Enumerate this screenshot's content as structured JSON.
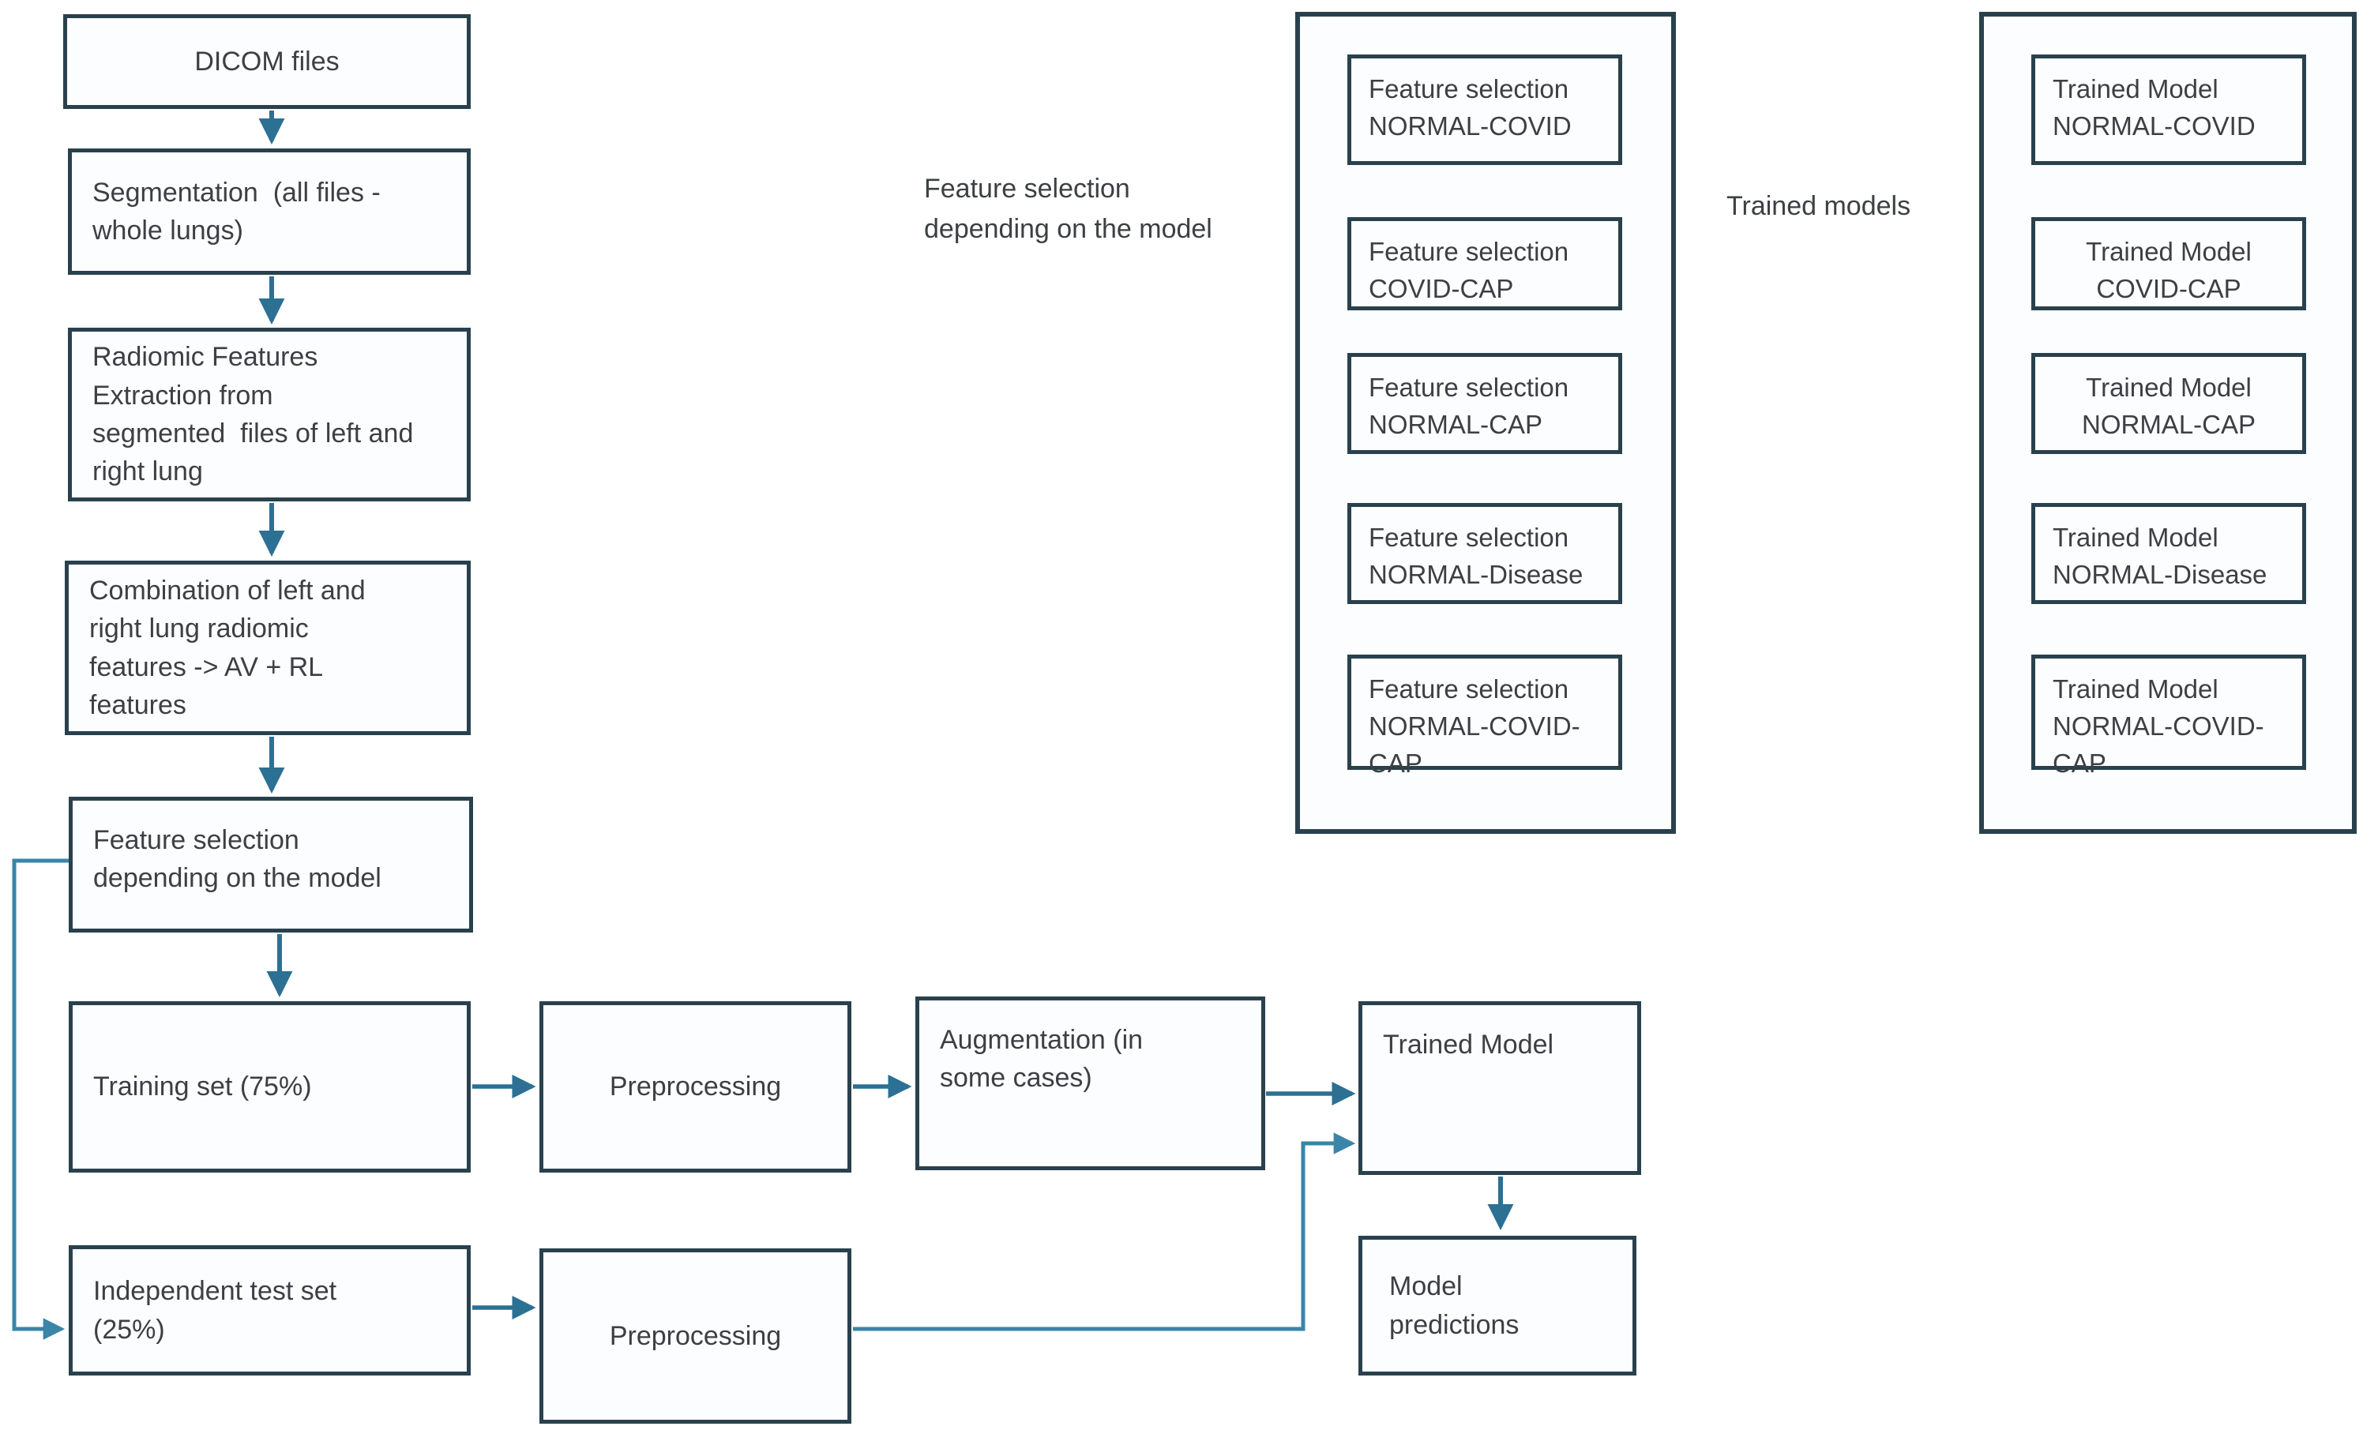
{
  "colors": {
    "box_border": "#29414d",
    "arrow": "#2c7093",
    "arrow_light": "#3a85a8",
    "text": "#3c4043",
    "box_fill": "#fcfdff",
    "background": "#ffffff"
  },
  "flow": {
    "dicom": "DICOM files",
    "segmentation": "Segmentation  (all files -\nwhole lungs)",
    "radiomic_extraction": "Radiomic Features\nExtraction from\nsegmented  files of left and\nright lung",
    "combination": "Combination of left and\nright lung radiomic\nfeatures -> AV + RL\nfeatures",
    "feature_selection": "Feature selection\ndepending on the model",
    "training_set": "Training set (75%)",
    "preprocessing_train": "Preprocessing",
    "augmentation": "Augmentation (in\nsome cases)",
    "trained_model": "Trained Model",
    "independent_test_set": "Independent test set\n(25%)",
    "preprocessing_test": "Preprocessing",
    "model_predictions": "Model\npredictions"
  },
  "feature_selection_group": {
    "label": "Feature selection\ndepending on the model",
    "items": [
      {
        "text": "Feature selection\nNORMAL-COVID"
      },
      {
        "text": "Feature selection\nCOVID-CAP"
      },
      {
        "text": "Feature selection\nNORMAL-CAP"
      },
      {
        "text": "Feature selection\nNORMAL-Disease"
      },
      {
        "text": "Feature selection\nNORMAL-COVID-\nCAP"
      }
    ]
  },
  "trained_models_group": {
    "label": "Trained models",
    "items": [
      {
        "text": "Trained Model\nNORMAL-COVID"
      },
      {
        "text": "Trained Model\nCOVID-CAP"
      },
      {
        "text": "Trained Model\nNORMAL-CAP"
      },
      {
        "text": "Trained Model\nNORMAL-Disease"
      },
      {
        "text": "Trained Model\nNORMAL-COVID-\nCAP"
      }
    ]
  }
}
